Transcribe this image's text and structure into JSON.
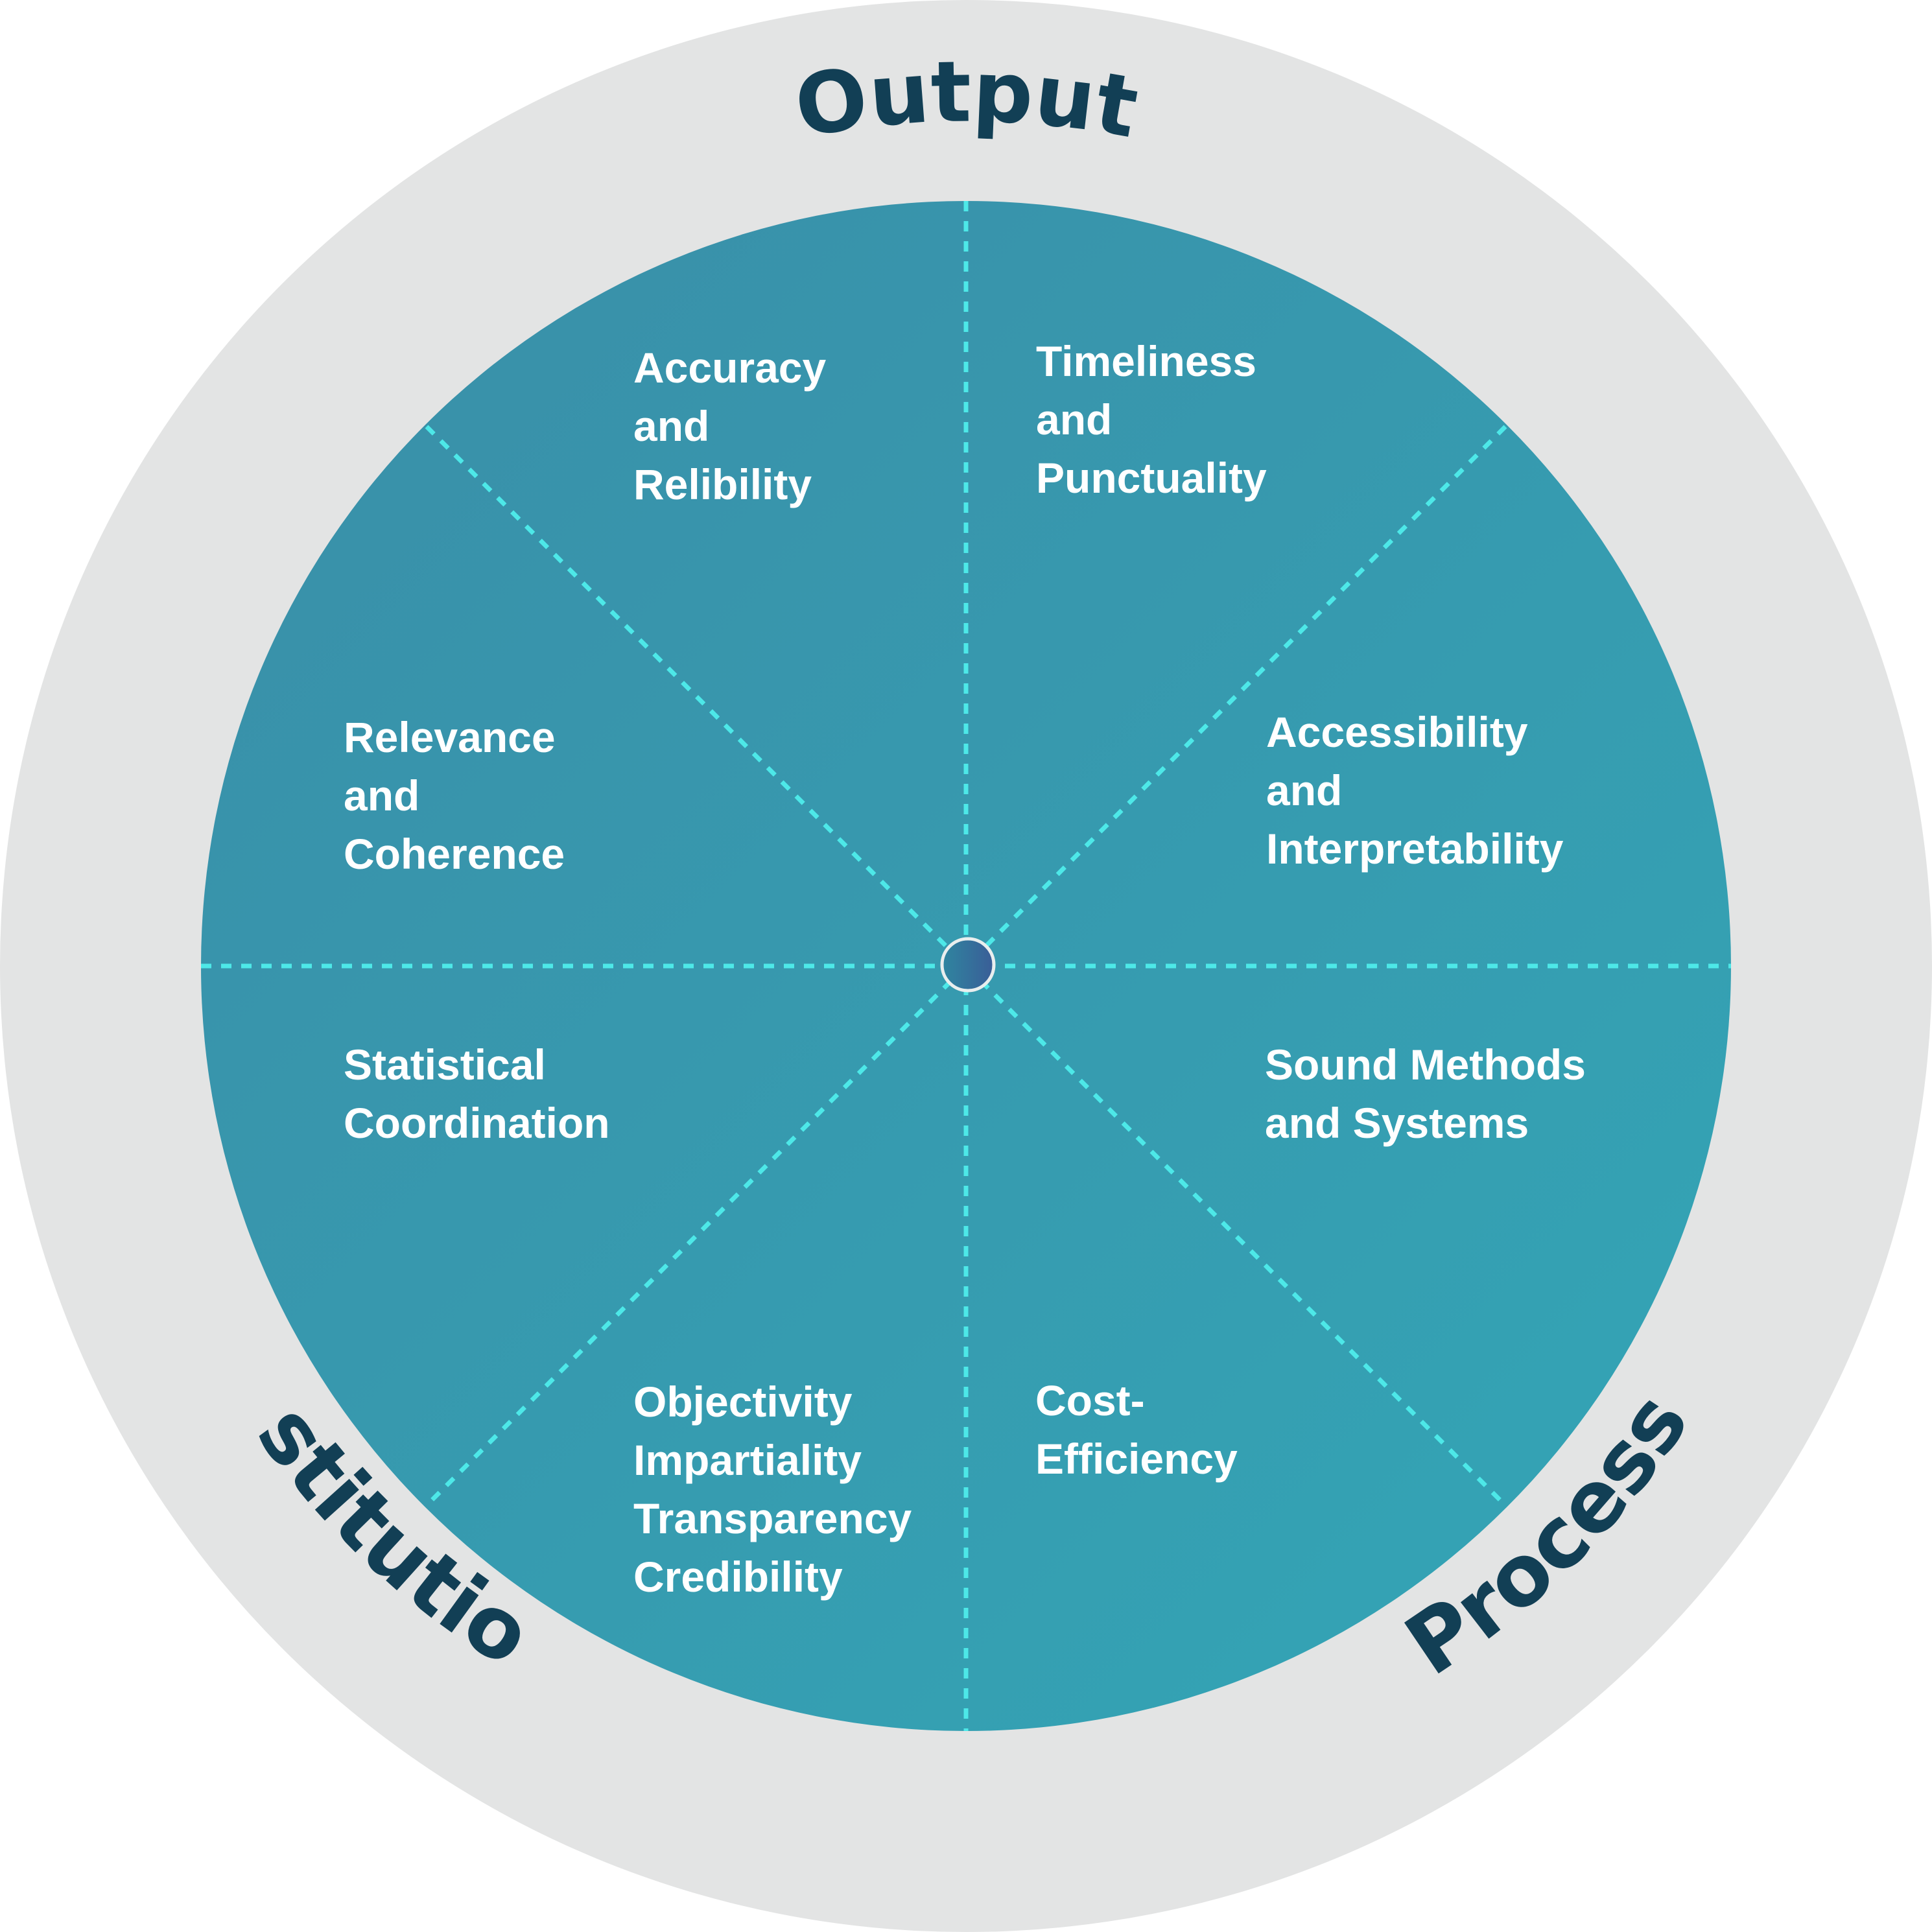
{
  "ring_labels": {
    "top": "Output",
    "left": "Institution",
    "right": "Process"
  },
  "segments": [
    {
      "id": "accuracy",
      "lines": [
        "Accuracy",
        "and",
        "Relibility"
      ]
    },
    {
      "id": "timeliness",
      "lines": [
        "Timeliness",
        "and",
        "Punctuality"
      ]
    },
    {
      "id": "relevance",
      "lines": [
        "Relevance",
        "and",
        "Coherence"
      ]
    },
    {
      "id": "accessibility",
      "lines": [
        "Accessibility",
        "and",
        "Interpretability"
      ]
    },
    {
      "id": "statistical",
      "lines": [
        "Statistical",
        "Coordination"
      ]
    },
    {
      "id": "sound",
      "lines": [
        "Sound Methods",
        "and Systems"
      ]
    },
    {
      "id": "objectivity",
      "lines": [
        "Objectivity",
        "Impartiality",
        "Transparency",
        "Credibility"
      ]
    },
    {
      "id": "cost",
      "lines": [
        "Cost-",
        "Efficiency"
      ]
    }
  ],
  "colors": {
    "outer_ring": "#e3e4e4",
    "disc_dark": "#3a8fa8",
    "disc_light": "#34a3b5",
    "divider": "#4de8e8",
    "ring_text": "#123f55",
    "segment_text": "#ffffff"
  }
}
